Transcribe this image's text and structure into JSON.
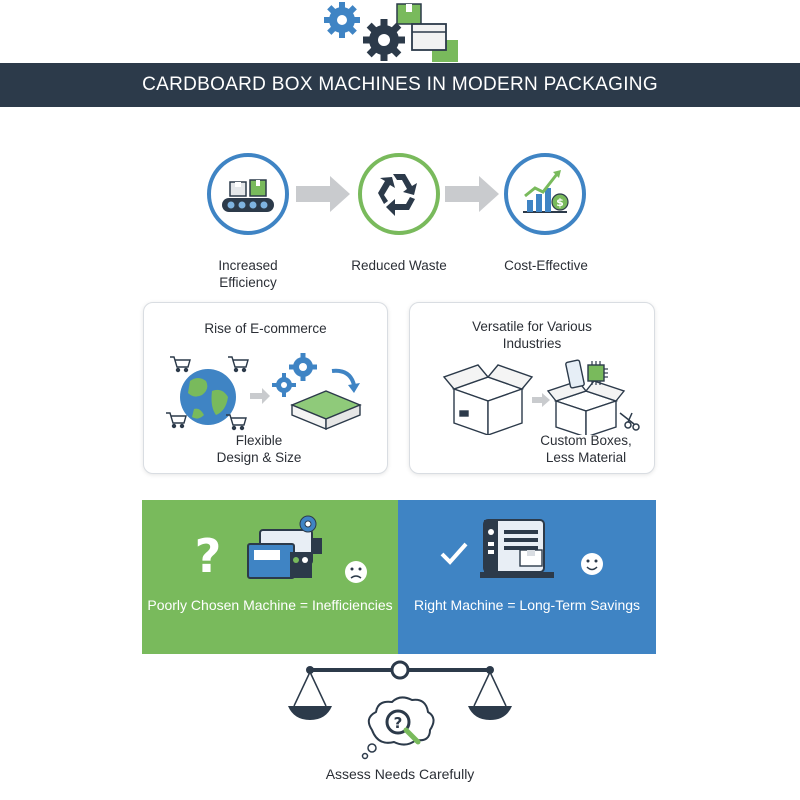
{
  "header": {
    "title": "CARDBOARD BOX MACHINES IN MODERN PACKAGING",
    "banner_color": "#2c3a4a",
    "icons": [
      "gear-icon",
      "gear-icon",
      "box-icon"
    ]
  },
  "benefits": [
    {
      "label_line1": "Increased",
      "label_line2": "Efficiency",
      "icon": "conveyor-belt-icon",
      "ring_color": "#3f84c4"
    },
    {
      "label": "Reduced Waste",
      "icon": "recycle-icon",
      "ring_color": "#79ba5c"
    },
    {
      "label": "Cost-Effective",
      "icon": "growth-chart-icon",
      "ring_color": "#3f84c4"
    }
  ],
  "cards": [
    {
      "title": "Rise of E-commerce",
      "caption_line1": "Flexible",
      "caption_line2": "Design & Size",
      "icons": [
        "globe-icon",
        "shopping-cart-icon",
        "gear-icon",
        "box-icon"
      ]
    },
    {
      "title_line1": "Versatile for Various",
      "title_line2": "Industries",
      "caption_line1": "Custom Boxes,",
      "caption_line2": "Less Material",
      "icons": [
        "open-box-icon",
        "phone-icon",
        "chip-icon",
        "scissors-icon"
      ]
    }
  ],
  "comparison": {
    "left": {
      "text": "Poorly Chosen Machine = Inefficiencies",
      "color": "#79ba5c",
      "icons": [
        "question-mark-icon",
        "machine-icon",
        "sad-face-icon"
      ]
    },
    "right": {
      "text": "Right Machine = Long-Term Savings",
      "color": "#3f84c4",
      "icons": [
        "checkmark-icon",
        "machine-icon",
        "happy-face-icon"
      ]
    }
  },
  "footer": {
    "text": "Assess Needs Carefully",
    "icons": [
      "balance-scale-icon",
      "thought-bubble-icon",
      "magnifier-icon"
    ]
  }
}
